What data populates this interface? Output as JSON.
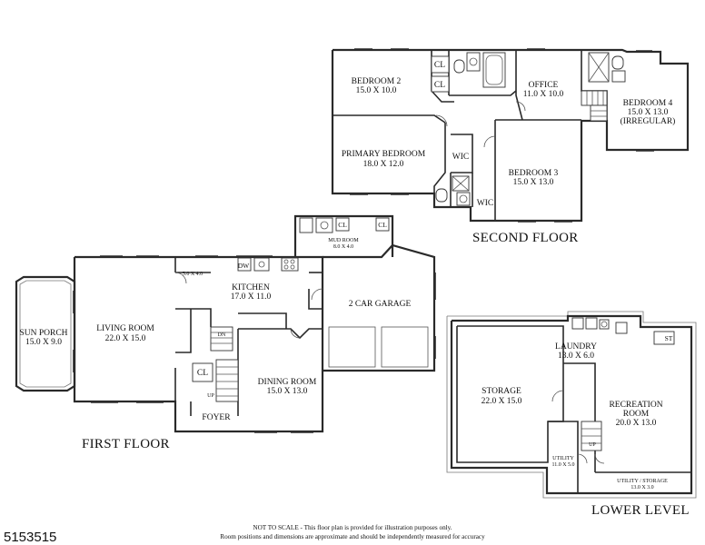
{
  "floors": {
    "second": "SECOND FLOOR",
    "first": "FIRST FLOOR",
    "lower": "LOWER LEVEL"
  },
  "rooms": {
    "bedroom2": {
      "name": "BEDROOM 2",
      "dims": "15.0 X 10.0"
    },
    "office": {
      "name": "OFFICE",
      "dims": "11.0 X 10.0"
    },
    "bedroom4": {
      "name": "BEDROOM 4",
      "dims": "15.0 X 13.0",
      "note": "(IRREGULAR)"
    },
    "primary": {
      "name": "PRIMARY BEDROOM",
      "dims": "18.0 X 12.0"
    },
    "bedroom3": {
      "name": "BEDROOM 3",
      "dims": "15.0 X 13.0"
    },
    "mudroom": {
      "name": "MUD ROOM",
      "dims": "8.0 X 4.0"
    },
    "pantry": {
      "dims": "5.0 X 4.0"
    },
    "kitchen": {
      "name": "KITCHEN",
      "dims": "17.0 X 11.0"
    },
    "garage": {
      "name": "2 CAR GARAGE"
    },
    "sunporch": {
      "name": "SUN PORCH",
      "dims": "15.0 X 9.0"
    },
    "living": {
      "name": "LIVING ROOM",
      "dims": "22.0 X 15.0"
    },
    "dining": {
      "name": "DINING ROOM",
      "dims": "15.0 X 13.0"
    },
    "foyer": {
      "name": "FOYER"
    },
    "laundry": {
      "name": "LAUNDRY",
      "dims": "13.0 X 6.0"
    },
    "storage": {
      "name": "STORAGE",
      "dims": "22.0 X 15.0"
    },
    "recreation": {
      "name1": "RECREATION",
      "name2": "ROOM",
      "dims": "20.0 X 13.0"
    },
    "utility": {
      "name": "UTILITY",
      "dims": "11.0 X 5.0"
    },
    "utility_storage": {
      "name": "UTILITY / STORAGE",
      "dims": "13.0 X 3.0"
    }
  },
  "fixtures": {
    "closet": "CL",
    "walk_in_closet": "WIC",
    "dishwasher": "DW",
    "stove": "ST",
    "up": "UP",
    "dn": "DN"
  },
  "disclaimer": {
    "line1": "NOT TO SCALE - This floor plan is provided for illustration purposes only.",
    "line2": "Room positions and dimensions are approximate and should be independently measured for accuracy"
  },
  "listing_id": "5153515"
}
